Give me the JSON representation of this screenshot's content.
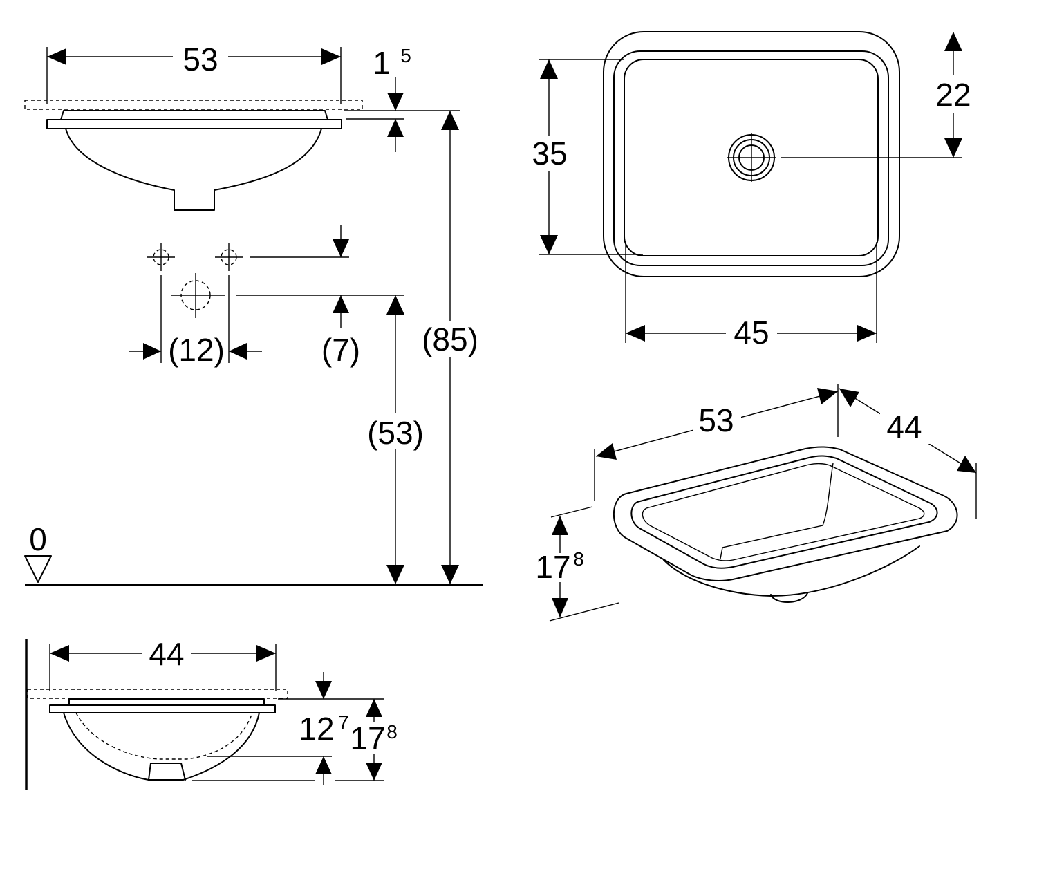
{
  "front_view": {
    "width": "53",
    "rim_thickness_main": "1",
    "rim_thickness_sup": "5",
    "tap_spacing": "(12)",
    "tap_offset": "(7)",
    "height_total": "(85)",
    "height_counter": "(53)",
    "floor_level": "0"
  },
  "top_view": {
    "depth": "35",
    "waste_offset": "22",
    "width": "45"
  },
  "iso_view": {
    "width": "53",
    "depth": "44",
    "height_main": "17",
    "height_sup": "8"
  },
  "side_view": {
    "depth": "44",
    "inner_height_main": "12",
    "inner_height_sup": "7",
    "height_main": "17",
    "height_sup": "8"
  }
}
